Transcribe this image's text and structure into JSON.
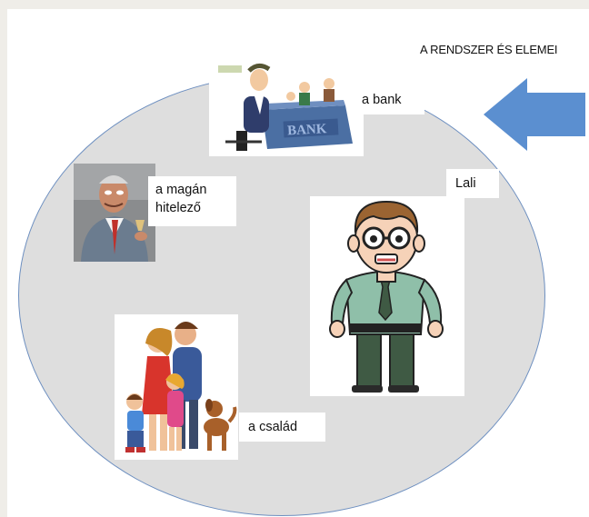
{
  "diagram": {
    "title": "A RENDSZER ÉS ELEMEI",
    "nodes": [
      {
        "id": "bank",
        "label": "a bank",
        "icon": "bank-clipart-icon"
      },
      {
        "id": "lender",
        "label_line1": "a magán",
        "label_line2": "hitelező",
        "icon": "private-lender-figure-icon"
      },
      {
        "id": "lali",
        "label": "Lali",
        "icon": "cartoon-man-icon"
      },
      {
        "id": "family",
        "label": "a család",
        "icon": "family-clipart-icon"
      }
    ],
    "bank_sign": "BANK",
    "colors": {
      "circle_fill": "#dedede",
      "circle_border": "#6d8fc0",
      "arrow": "#5b8fd0"
    }
  }
}
